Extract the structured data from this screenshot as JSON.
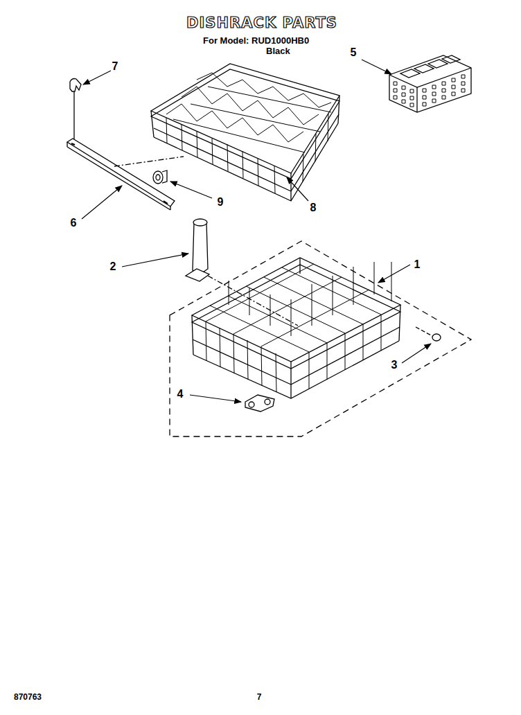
{
  "diagram": {
    "title": "DISHRACK PARTS",
    "labels": [
      "For Model: RUD1000HB0",
      "Black",
      "7",
      "5",
      "9",
      "8",
      "6",
      "2",
      "1",
      "3",
      "4",
      "870763",
      "7"
    ]
  }
}
